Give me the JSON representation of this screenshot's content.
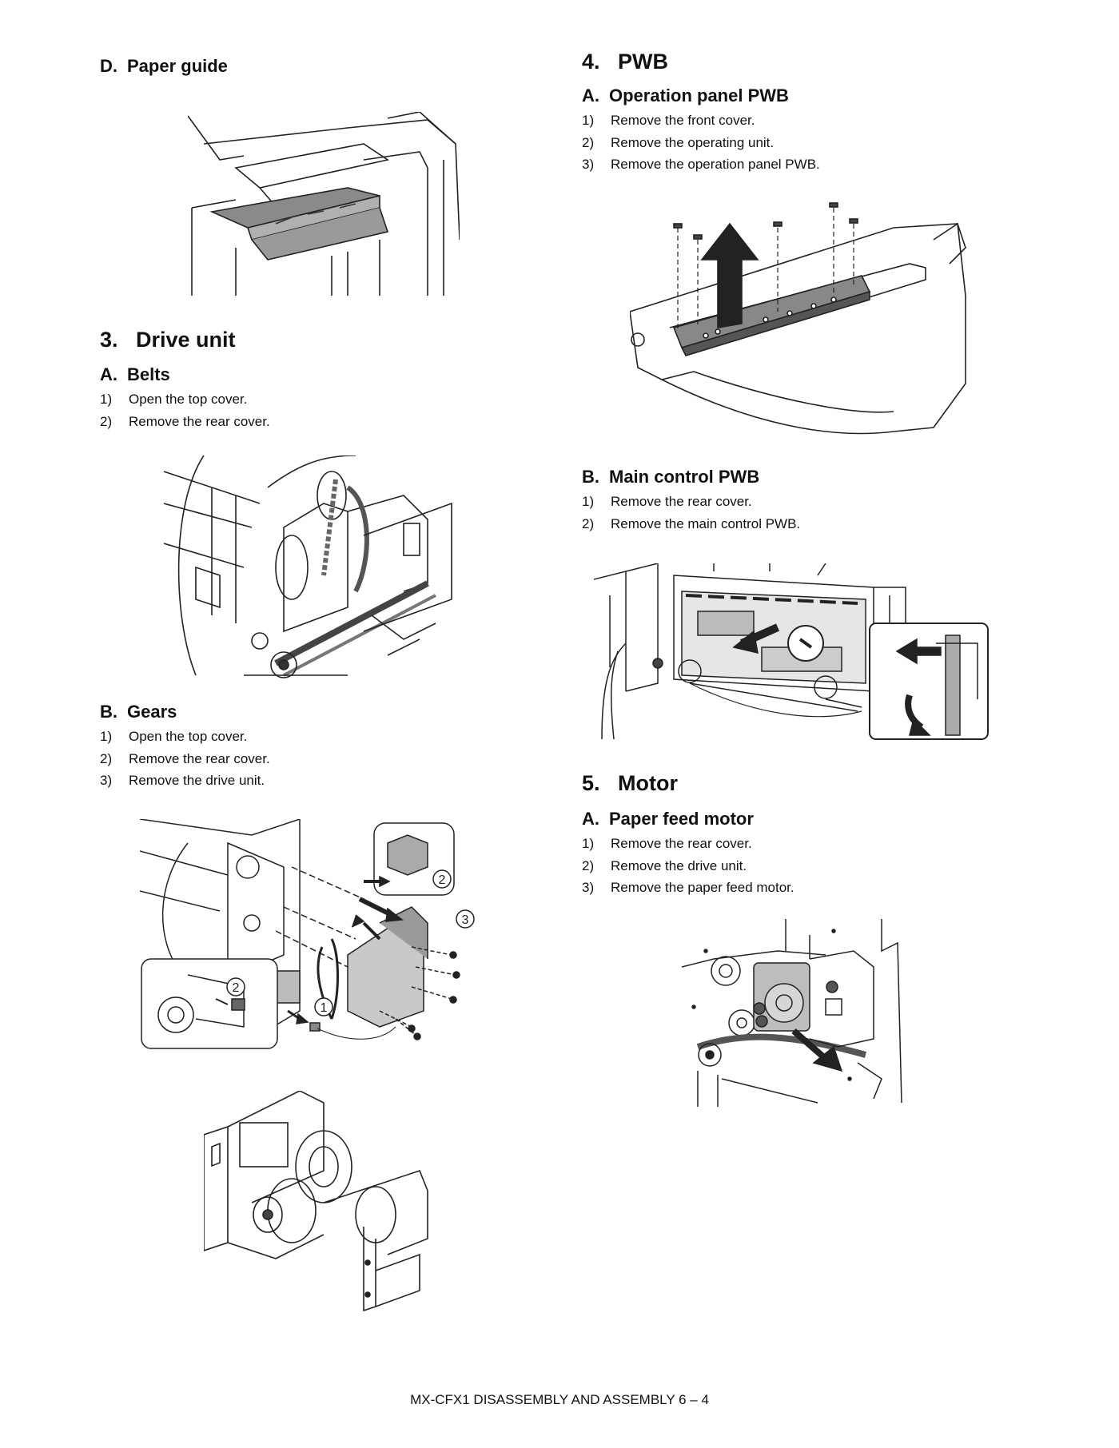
{
  "left": {
    "paper_guide_heading": {
      "letter": "D.",
      "title": "Paper guide"
    },
    "drive_unit": {
      "number": "3.",
      "title": "Drive unit"
    },
    "belts": {
      "letter": "A.",
      "title": "Belts",
      "steps": [
        {
          "n": "1)",
          "text": "Open the top cover."
        },
        {
          "n": "2)",
          "text": "Remove the rear cover."
        }
      ]
    },
    "gears": {
      "letter": "B.",
      "title": "Gears",
      "steps": [
        {
          "n": "1)",
          "text": "Open the top cover."
        },
        {
          "n": "2)",
          "text": "Remove the rear cover."
        },
        {
          "n": "3)",
          "text": "Remove the drive unit."
        }
      ],
      "callouts": [
        "2",
        "3",
        "2",
        "1"
      ]
    }
  },
  "right": {
    "pwb": {
      "number": "4.",
      "title": "PWB"
    },
    "operation_panel": {
      "letter": "A.",
      "title": "Operation panel PWB",
      "steps": [
        {
          "n": "1)",
          "text": "Remove the front cover."
        },
        {
          "n": "2)",
          "text": "Remove the operating unit."
        },
        {
          "n": "3)",
          "text": "Remove the operation panel PWB."
        }
      ]
    },
    "main_control": {
      "letter": "B.",
      "title": "Main control PWB",
      "steps": [
        {
          "n": "1)",
          "text": "Remove the rear cover."
        },
        {
          "n": "2)",
          "text": "Remove the main control PWB."
        }
      ]
    },
    "motor": {
      "number": "5.",
      "title": "Motor"
    },
    "paper_feed_motor": {
      "letter": "A.",
      "title": "Paper feed motor",
      "steps": [
        {
          "n": "1)",
          "text": "Remove the rear cover."
        },
        {
          "n": "2)",
          "text": "Remove the drive unit."
        },
        {
          "n": "3)",
          "text": "Remove the paper feed motor."
        }
      ]
    }
  },
  "footer": {
    "text": "MX-CFX1  DISASSEMBLY AND ASSEMBLY  6 – 4"
  }
}
